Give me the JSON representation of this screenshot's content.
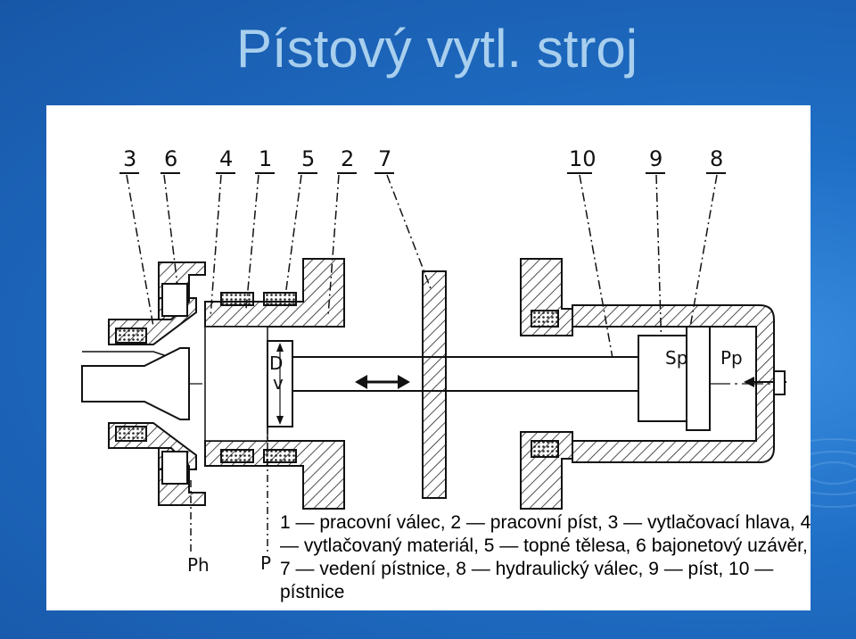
{
  "slide": {
    "title": "Pístový vytl. stroj",
    "caption": "1 — pracovní válec, 2 — pracovní píst, 3 — vytlačovací hlava, 4 — vytlačovaný materiál, 5 — topné tělesa, 6 bajonetový uzávěr, 7 — vedení pístnice, 8 — hydraulický válec, 9 — píst, 10 — pístnice"
  },
  "diagram": {
    "part_numbers": [
      "3",
      "6",
      "4",
      "1",
      "5",
      "2",
      "7",
      "10",
      "9",
      "8"
    ],
    "labels": {
      "ph": "Ph",
      "p": "P",
      "sp": "Sp",
      "pp": "Pp",
      "d": "D",
      "dv": "v"
    }
  },
  "colors": {
    "background": "#1f6fc6",
    "title": "#a8cfee",
    "panel": "#ffffff",
    "ink": "#111111"
  }
}
